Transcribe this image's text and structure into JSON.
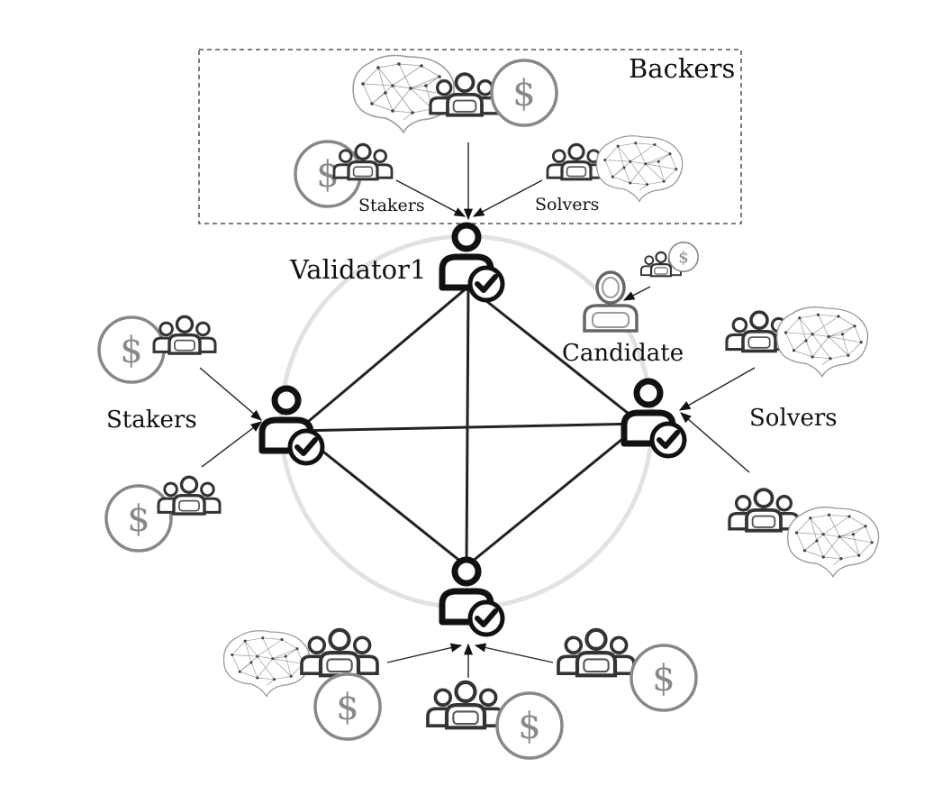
{
  "labels": {
    "backers": "Backers",
    "validator1": "Validator1",
    "candidate": "Candidate",
    "stakers_left": "Stakers",
    "solvers_right": "Solvers",
    "stakers_top": "Stakers",
    "solvers_top": "Solvers"
  },
  "icons": {
    "validator": "validator-check-icon",
    "candidate": "candidate-person-icon",
    "group": "people-group-icon",
    "coin": "dollar-coin-icon",
    "brain": "neural-brain-icon"
  },
  "colors": {
    "ink": "#111111",
    "gray": "#777777",
    "light_ring": "#e2e2e2"
  }
}
